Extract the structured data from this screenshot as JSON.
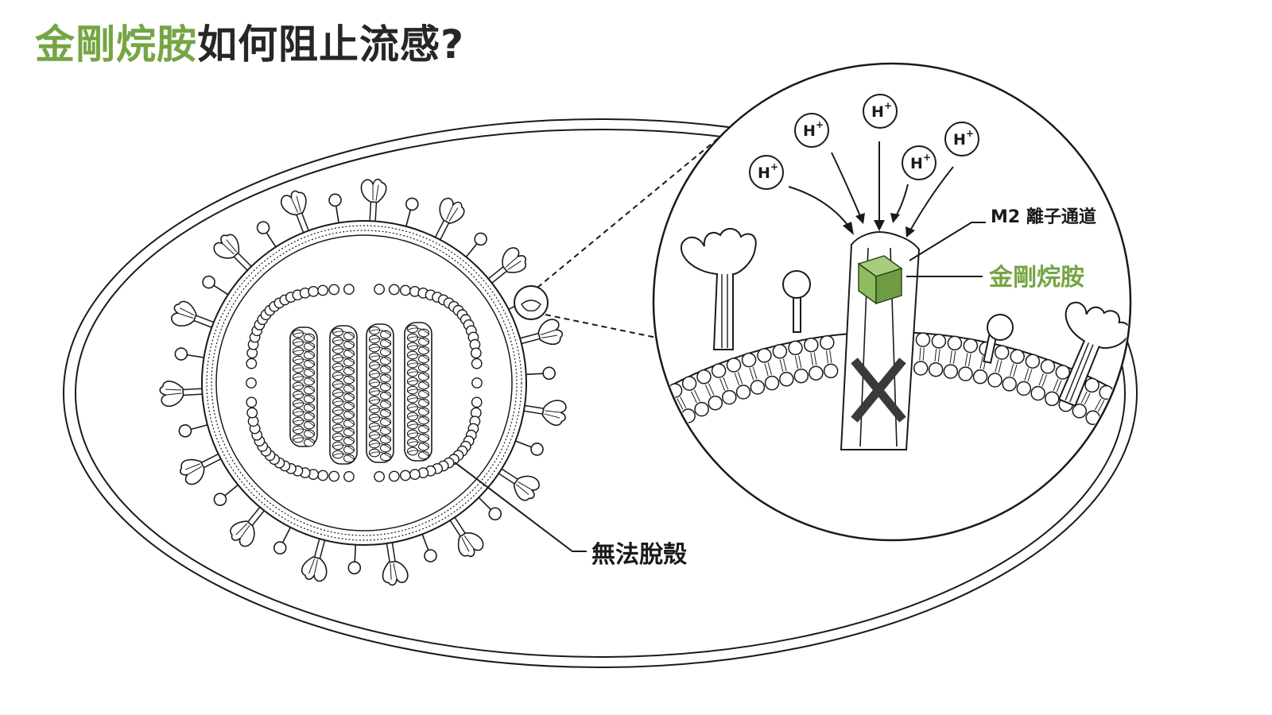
{
  "title": {
    "highlight": "金剛烷胺",
    "rest": "如何阻止流感?"
  },
  "labels": {
    "m2_channel": "M2 離子通道",
    "amantadine": "金剛烷胺",
    "cannot_uncoat": "無法脫殼",
    "proton": "H",
    "proton_charge": "+"
  },
  "colors": {
    "highlight_green": "#76a544",
    "cube_light": "#a7cc7e",
    "cube_mid": "#8ebc5f",
    "cube_dark": "#6e9c44",
    "ink": "#1a1a1a",
    "block_mark": "#3a3a3a"
  },
  "icons": {
    "block": "x-mark-icon",
    "drug": "cube-icon",
    "proton": "proton-circle-icon"
  }
}
